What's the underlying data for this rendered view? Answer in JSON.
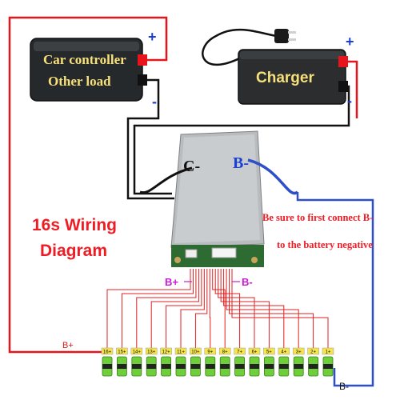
{
  "controller": {
    "line1": "Car controller",
    "line2": "Other load",
    "plus": "+",
    "minus": "-"
  },
  "charger": {
    "label": "Charger",
    "plus": "+",
    "minus": "-"
  },
  "bms": {
    "c_minus": "C-",
    "b_minus": "B-"
  },
  "title": {
    "line1": "16s Wiring",
    "line2": "Diagram"
  },
  "note": {
    "line1": "Be sure to first connect B-",
    "line2": "to the battery negative"
  },
  "bus": {
    "b_plus": "B+",
    "b_minus": "B-"
  },
  "wire_labels": {
    "b_plus": "B+",
    "b_minus": "B-"
  },
  "cells": [
    "16+",
    "15+",
    "14+",
    "13+",
    "12+",
    "11+",
    "10+",
    "9+",
    "8+",
    "7+",
    "6+",
    "5+",
    "4+",
    "3+",
    "2+",
    "1+"
  ],
  "colors": {
    "red_wire": "#e8141c",
    "black_wire": "#111111",
    "blue_wire": "#2f4fc9",
    "balance_wire": "#e02020",
    "cell": "#6fcf3a",
    "label_pink": "#c81ad6"
  }
}
